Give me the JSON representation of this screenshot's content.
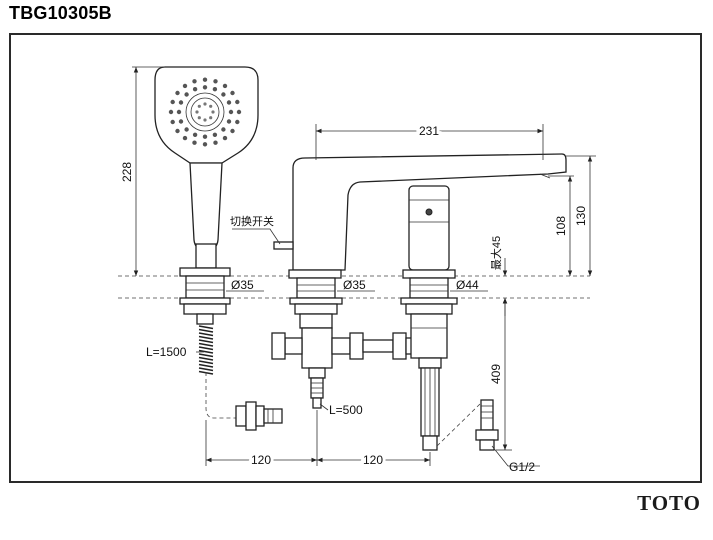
{
  "model": "TBG10305B",
  "brand": "TOTO",
  "labels": {
    "switch": "切换开关",
    "max45": "最大45",
    "hose_len": "L=1500",
    "outlet_len": "L=500",
    "dia_hand": "Ø35",
    "dia_spout": "Ø35",
    "dia_valve": "Ø44",
    "thread": "G1/2"
  },
  "dimensions": {
    "d228": "228",
    "d231": "231",
    "d108": "108",
    "d130": "130",
    "d409": "409",
    "d120a": "120",
    "d120b": "120"
  }
}
